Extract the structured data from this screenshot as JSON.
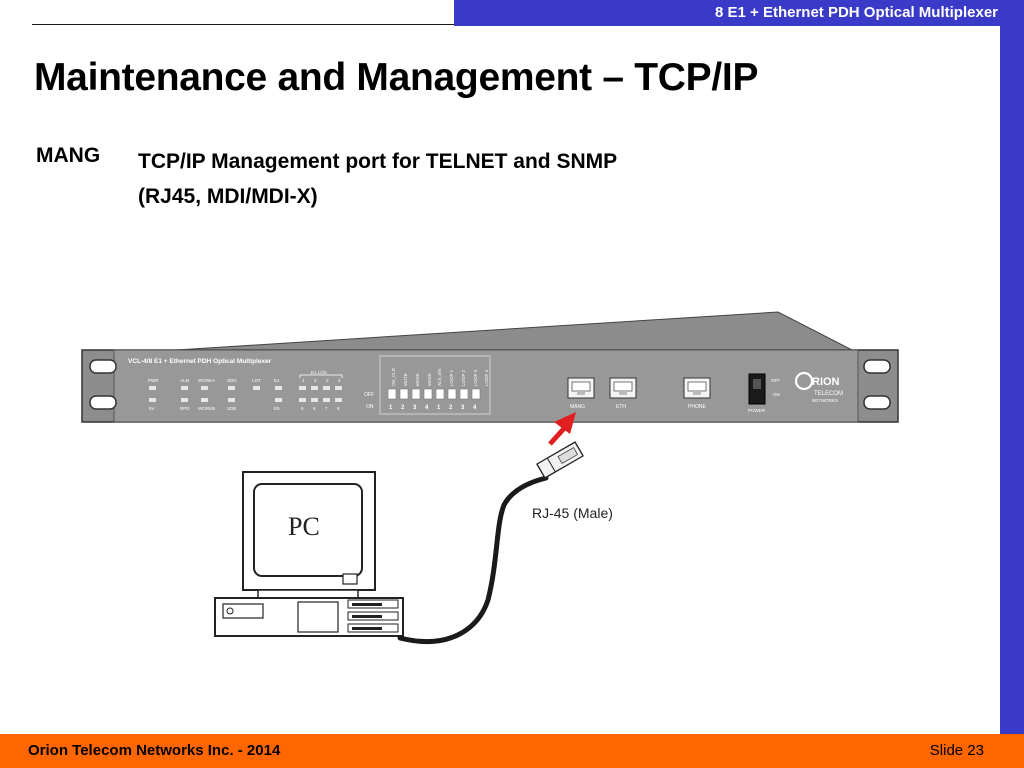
{
  "header": {
    "banner_text": "8 E1 + Ethernet PDH Optical Multiplexer",
    "title": "Maintenance and Management – TCP/IP"
  },
  "definition": {
    "term": "MANG",
    "line1": "TCP/IP Management port for TELNET and SNMP",
    "line2": "(RJ45, MDI/MDI-X)"
  },
  "figure": {
    "device_label": "VCL-4/8 E1 + Ethernet PDH Optical Multiplexer",
    "leds_top": [
      "PWR",
      "ALM",
      "WORKA",
      "SDN",
      "LOT",
      "E1"
    ],
    "leds_bottom": [
      "5V",
      "RPD",
      "WORKB",
      "SDB",
      "",
      "E5"
    ],
    "e1_los_label": "E1 LOS",
    "e1_los_top": [
      "1",
      "2",
      "3",
      "4"
    ],
    "e1_los_bottom": [
      "5",
      "6",
      "7",
      "8"
    ],
    "dip_off": "OFF",
    "dip_on": "ON",
    "dip_functions": [
      "OV_CLR",
      "MUTE",
      "MASK",
      "MASK",
      "ALS_EN",
      "LOOP 1",
      "LOOP 2",
      "LOOP 3",
      "LOOP 4"
    ],
    "dip_numbers": [
      "1",
      "2",
      "3",
      "4",
      "1",
      "2",
      "3",
      "4"
    ],
    "ports": [
      "MANG",
      "ETH",
      "PHONE"
    ],
    "switch_off": "OFF",
    "switch_on": "ON",
    "switch_label": "POWER",
    "brand_line1": "RION",
    "brand_line2": "TELECOM",
    "brand_line3": "NETWORKS",
    "pc_label": "PC",
    "connector_label": "RJ-45 (Male)"
  },
  "footer": {
    "company": "Orion Telecom Networks Inc. - 2014",
    "slide": "Slide 23"
  },
  "colors": {
    "banner_blue": "#3a3ac8",
    "footer_orange": "#ff6600",
    "arrow_red": "#e02020"
  }
}
